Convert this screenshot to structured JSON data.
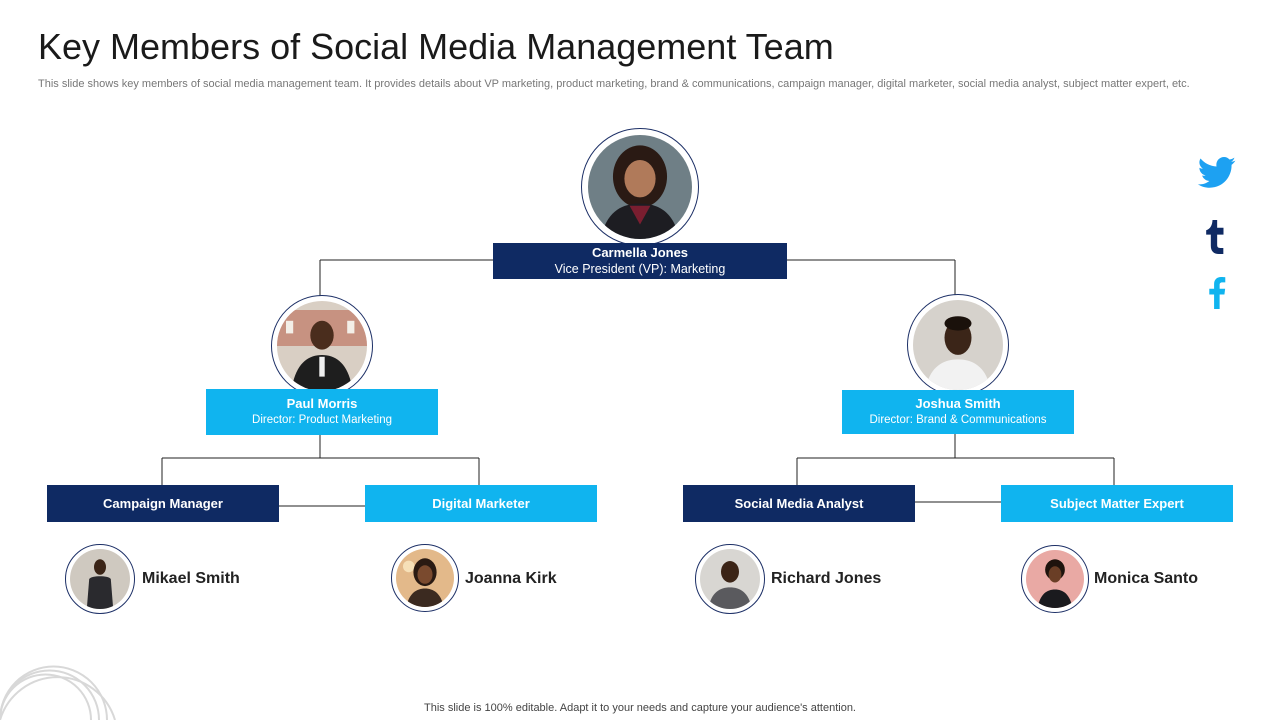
{
  "title": "Key Members of Social Media Management Team",
  "subtitle": "This slide shows key members of social media management team. It provides details about VP marketing, product marketing, brand & communications, campaign manager, digital marketer, social media analyst, subject matter expert, etc.",
  "footer": "This slide is 100% editable. Adapt it to your needs and capture your audience's attention.",
  "top": {
    "name": "Carmella Jones",
    "role": "Vice President (VP): Marketing"
  },
  "left_director": {
    "name": "Paul Morris",
    "role": "Director: Product Marketing"
  },
  "right_director": {
    "name": "Joshua Smith",
    "role": "Director: Brand & Communications"
  },
  "roles": [
    {
      "label": "Campaign Manager",
      "member": "Mikael Smith"
    },
    {
      "label": "Digital Marketer",
      "member": "Joanna Kirk"
    },
    {
      "label": "Social Media Analyst",
      "member": "Richard Jones"
    },
    {
      "label": "Subject Matter Expert",
      "member": "Monica Santo"
    }
  ],
  "social_icons": [
    "twitter-icon",
    "tumblr-icon",
    "facebook-icon"
  ],
  "colors": {
    "dark_blue": "#0f2a63",
    "light_blue": "#10b4ef",
    "connector": "#222222"
  }
}
